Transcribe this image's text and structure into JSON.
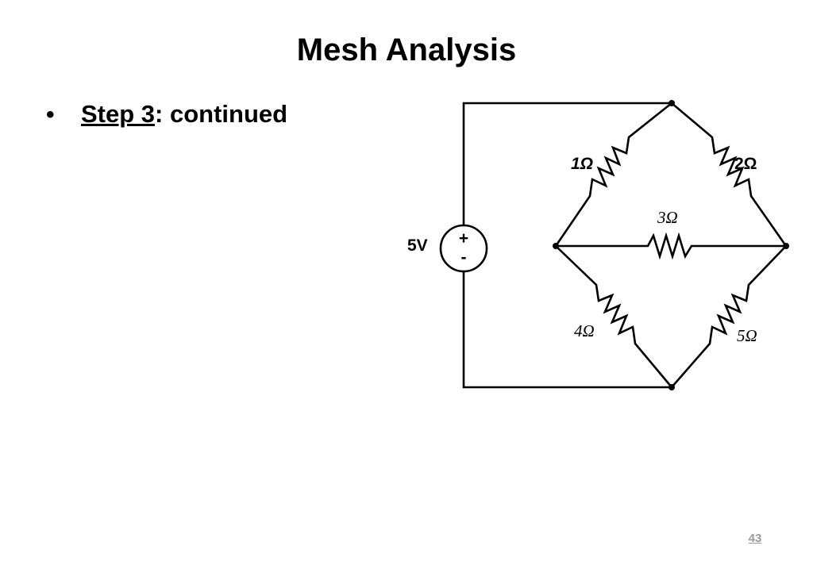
{
  "slide": {
    "title": "Mesh Analysis",
    "bullet": {
      "marker": "•",
      "step_ref": "Step 3",
      "rest": ": continued"
    },
    "page_number": "43"
  },
  "circuit": {
    "source": {
      "label": "5V",
      "plus": "+",
      "minus": "-"
    },
    "resistors": {
      "r1": "1Ω",
      "r2": "2Ω",
      "r3": "3Ω",
      "r4": "4Ω",
      "r5": "5Ω"
    }
  }
}
